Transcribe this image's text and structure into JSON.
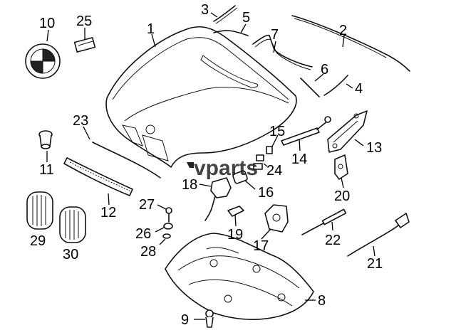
{
  "watermark": "vparts",
  "callouts": [
    {
      "id": "1",
      "text": "1"
    },
    {
      "id": "2",
      "text": "2"
    },
    {
      "id": "3",
      "text": "3"
    },
    {
      "id": "4",
      "text": "4"
    },
    {
      "id": "5",
      "text": "5"
    },
    {
      "id": "6",
      "text": "6"
    },
    {
      "id": "7",
      "text": "7"
    },
    {
      "id": "8",
      "text": "8"
    },
    {
      "id": "9",
      "text": "9"
    },
    {
      "id": "10",
      "text": "10"
    },
    {
      "id": "11",
      "text": "11"
    },
    {
      "id": "12",
      "text": "12"
    },
    {
      "id": "13",
      "text": "13"
    },
    {
      "id": "14",
      "text": "14"
    },
    {
      "id": "15",
      "text": "15"
    },
    {
      "id": "16",
      "text": "16"
    },
    {
      "id": "17",
      "text": "17"
    },
    {
      "id": "18",
      "text": "18"
    },
    {
      "id": "19",
      "text": "19"
    },
    {
      "id": "20",
      "text": "20"
    },
    {
      "id": "21",
      "text": "21"
    },
    {
      "id": "22",
      "text": "22"
    },
    {
      "id": "23",
      "text": "23"
    },
    {
      "id": "24",
      "text": "24"
    },
    {
      "id": "25",
      "text": "25"
    },
    {
      "id": "26",
      "text": "26"
    },
    {
      "id": "27",
      "text": "27"
    },
    {
      "id": "28",
      "text": "28"
    },
    {
      "id": "29",
      "text": "29"
    },
    {
      "id": "30",
      "text": "30"
    }
  ]
}
